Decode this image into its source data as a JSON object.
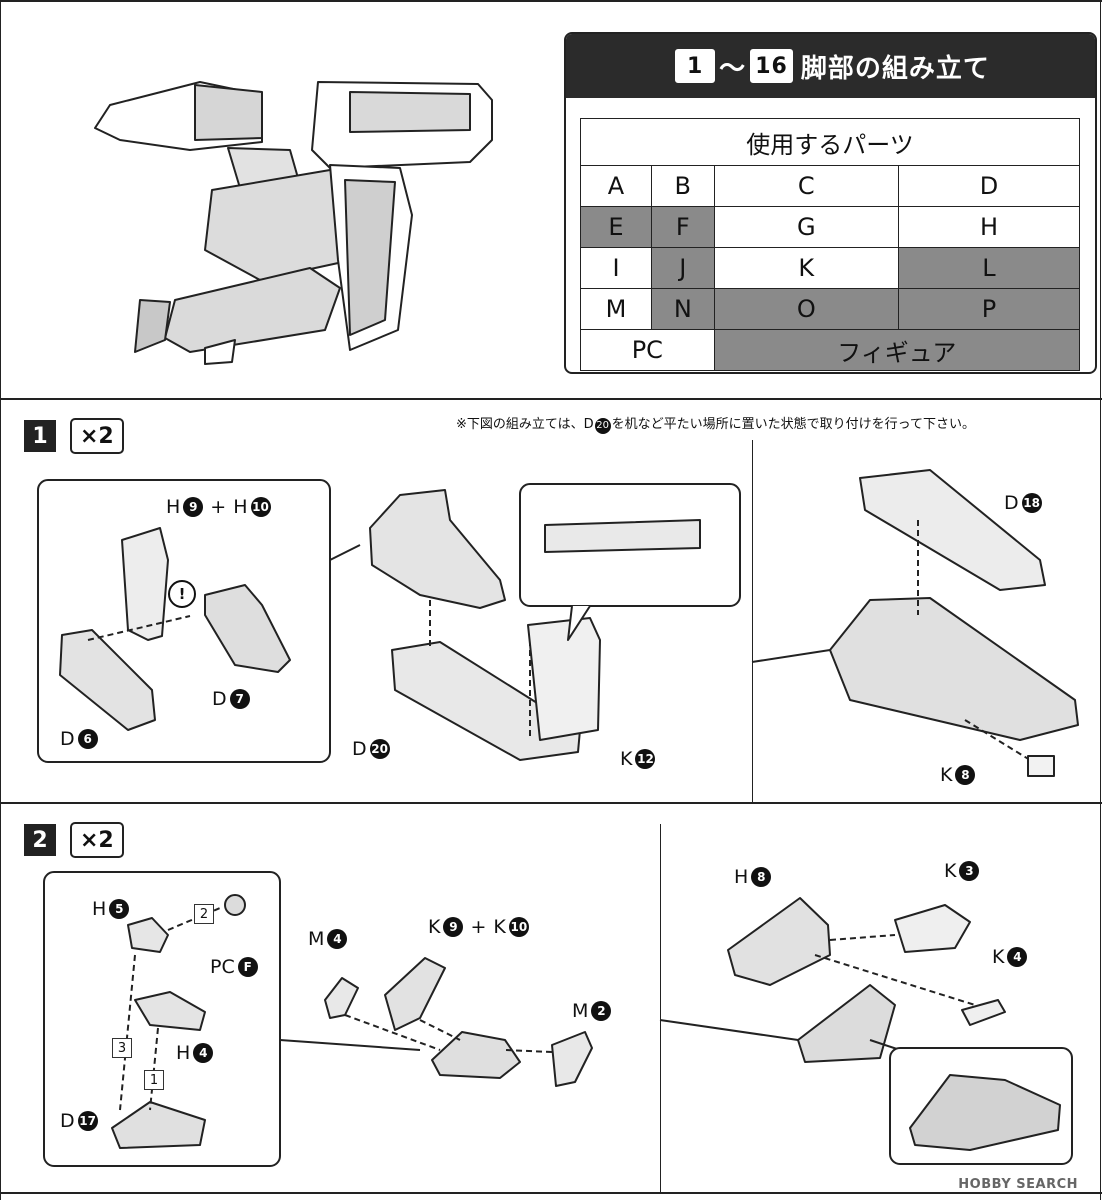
{
  "header": {
    "step_from": "1",
    "step_to": "16",
    "tilde": "～",
    "title": "脚部の組み立て"
  },
  "parts_table": {
    "heading": "使用するパーツ",
    "rows": [
      [
        {
          "t": "A",
          "g": false
        },
        {
          "t": "B",
          "g": false
        },
        {
          "t": "C",
          "g": false
        },
        {
          "t": "D",
          "g": false
        }
      ],
      [
        {
          "t": "E",
          "g": true
        },
        {
          "t": "F",
          "g": true
        },
        {
          "t": "G",
          "g": false
        },
        {
          "t": "H",
          "g": false
        }
      ],
      [
        {
          "t": "I",
          "g": false
        },
        {
          "t": "J",
          "g": true
        },
        {
          "t": "K",
          "g": false
        },
        {
          "t": "L",
          "g": true
        }
      ],
      [
        {
          "t": "M",
          "g": false
        },
        {
          "t": "N",
          "g": true
        },
        {
          "t": "O",
          "g": true
        },
        {
          "t": "P",
          "g": true
        }
      ]
    ],
    "last_row": [
      {
        "t": "PC",
        "g": false
      },
      {
        "t": "フィギュア",
        "g": true
      }
    ]
  },
  "step1": {
    "number": "1",
    "multiplier": "×2",
    "note_pre": "※下図の組み立ては、D",
    "note_circ": "20",
    "note_post": "を机など平たい場所に置いた状態で取り付けを行って下さい。",
    "labels": {
      "h9": {
        "letter": "H",
        "num": "9"
      },
      "plus1": "+",
      "h10": {
        "letter": "H",
        "num": "10"
      },
      "warn": "!",
      "d7": {
        "letter": "D",
        "num": "7"
      },
      "d6": {
        "letter": "D",
        "num": "6"
      },
      "d20": {
        "letter": "D",
        "num": "20"
      },
      "k12": {
        "letter": "K",
        "num": "12"
      },
      "d18": {
        "letter": "D",
        "num": "18"
      },
      "k8": {
        "letter": "K",
        "num": "8"
      }
    }
  },
  "step2": {
    "number": "2",
    "multiplier": "×2",
    "labels": {
      "h5": {
        "letter": "H",
        "num": "5"
      },
      "pcf": {
        "letter": "PC",
        "num": "F"
      },
      "h4": {
        "letter": "H",
        "num": "4"
      },
      "d17": {
        "letter": "D",
        "num": "17"
      },
      "seq2": "2",
      "seq3": "3",
      "seq1": "1",
      "m4": {
        "letter": "M",
        "num": "4"
      },
      "k9": {
        "letter": "K",
        "num": "9"
      },
      "plus2": "+",
      "k10": {
        "letter": "K",
        "num": "10"
      },
      "m2": {
        "letter": "M",
        "num": "2"
      },
      "h8": {
        "letter": "H",
        "num": "8"
      },
      "k3": {
        "letter": "K",
        "num": "3"
      },
      "k4": {
        "letter": "K",
        "num": "4"
      }
    }
  },
  "watermark": "HOBBY SEARCH"
}
